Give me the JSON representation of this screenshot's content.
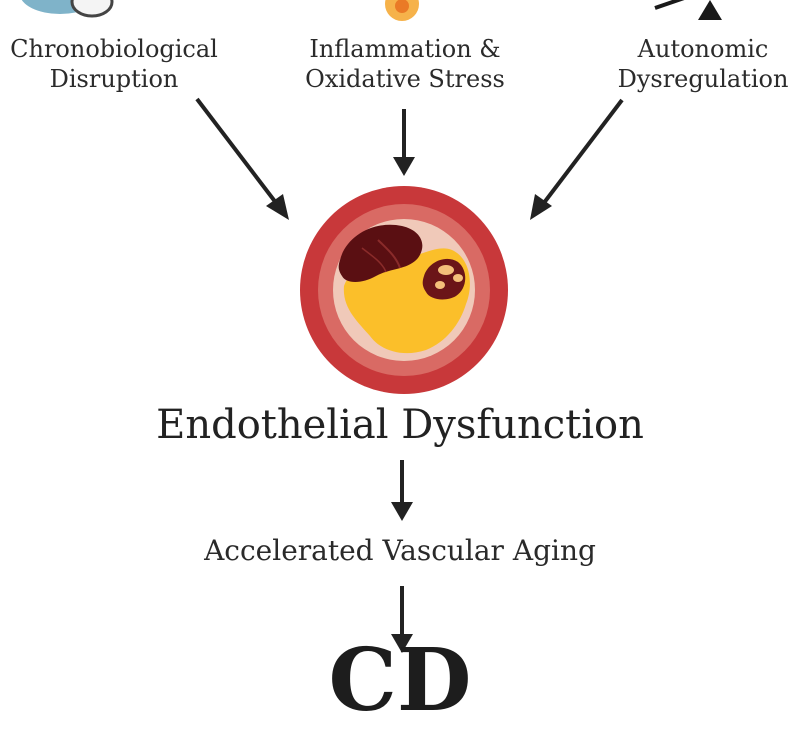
{
  "causes": [
    {
      "line1": "Chronobiological",
      "line2": "Disruption"
    },
    {
      "line1": "Inflammation &",
      "line2": "Oxidative Stress"
    },
    {
      "line1": "Autonomic",
      "line2": "Dysregulation"
    }
  ],
  "central_outcome": "Endothelial Dysfunction",
  "secondary_outcome": "Accelerated Vascular Aging",
  "final_outcome": "CD",
  "colors": {
    "artery_outer": "#c8383a",
    "artery_inner_ring": "#d9706a",
    "lumen_pale": "#f0c9b9",
    "plaque_yellow": "#fbbf2a",
    "plaque_dark": "#5a0f12",
    "arrow": "#222222"
  },
  "icons": [
    "clock-icon",
    "inflamed-cell-icon",
    "scale-icon",
    "artery-cross-section-icon"
  ]
}
